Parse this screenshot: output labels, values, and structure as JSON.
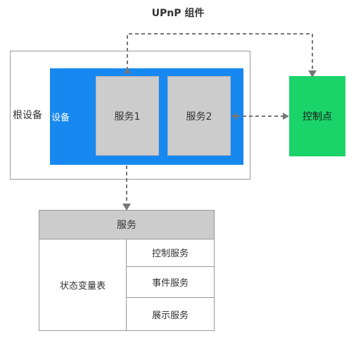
{
  "diagram": {
    "title": "UPnP 组件",
    "root_device_label": "根设备",
    "device_label": "设备",
    "services": [
      "服务1",
      "服务2"
    ],
    "control_point_label": "控制点",
    "service_table": {
      "header": "服务",
      "left_label": "状态变量表",
      "rows": [
        "控制服务",
        "事件服务",
        "展示服务"
      ]
    }
  },
  "colors": {
    "device_blue": "#1688f0",
    "control_point_green": "#1ad46a",
    "service_gray": "#cccccc",
    "arrow_gray": "#777777"
  }
}
